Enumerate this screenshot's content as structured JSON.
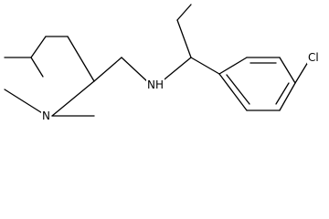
{
  "molecule": {
    "atom_labels": {
      "amine_nh": "NH",
      "dimethylamino_n": "N",
      "chlorine": "Cl"
    },
    "colors": {
      "bond": "#000000",
      "label": "#000000",
      "background": "#ffffff"
    }
  }
}
